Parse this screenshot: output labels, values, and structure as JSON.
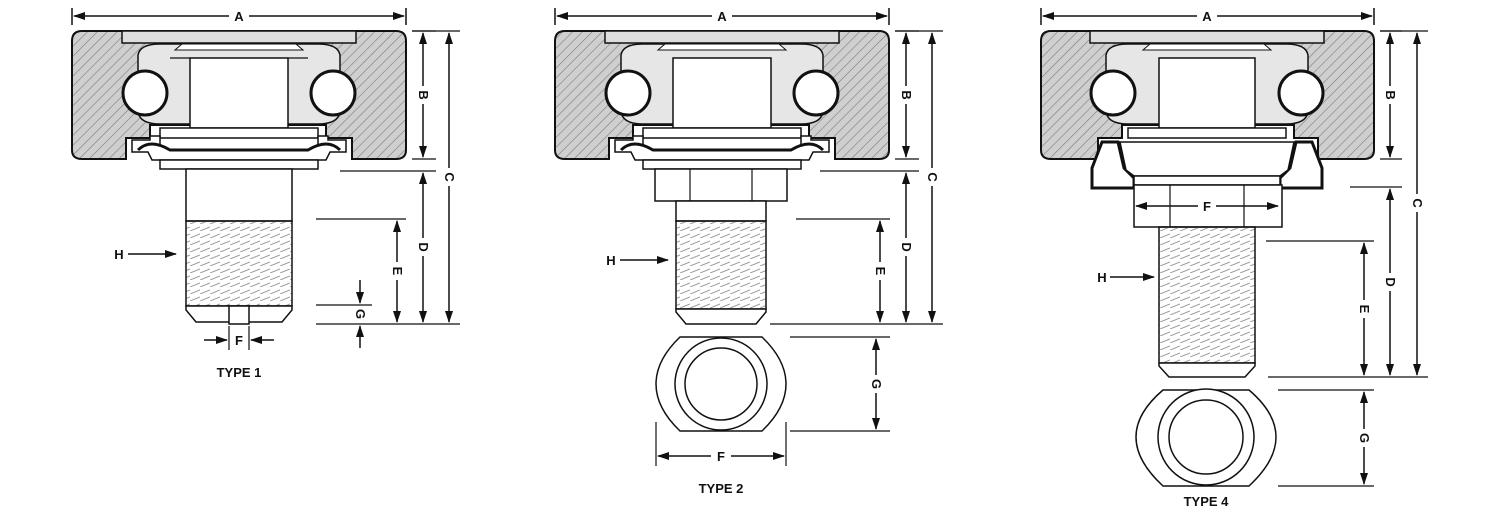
{
  "title": "",
  "colors": {
    "ink": "#111111",
    "housing": "#c8c8c8",
    "hatch": "#8a8a8a",
    "paper": "#ffffff"
  },
  "drawings": [
    {
      "type_label": "TYPE 1",
      "dims": {
        "a": "A",
        "b": "B",
        "c": "C",
        "d": "D",
        "e": "E",
        "f": "F",
        "g": "G",
        "h": "H"
      }
    },
    {
      "type_label": "TYPE 2",
      "dims": {
        "a": "A",
        "b": "B",
        "c": "C",
        "d": "D",
        "e": "E",
        "f": "F",
        "g": "G",
        "h": "H"
      }
    },
    {
      "type_label": "TYPE 4",
      "dims": {
        "a": "A",
        "b": "B",
        "c": "C",
        "d": "D",
        "e": "E",
        "f": "F",
        "g": "G",
        "h": "H"
      }
    }
  ]
}
